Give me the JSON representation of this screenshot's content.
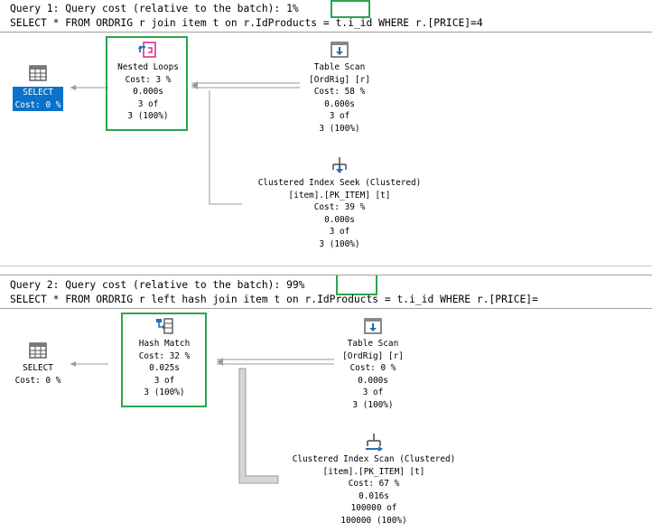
{
  "query1": {
    "cost_prefix": "Query 1: Query cost (relative to the batch):",
    "cost_value": "1%",
    "sql": "SELECT * FROM ORDRIG r join item t on r.IdProducts = t.i_id WHERE r.[PRICE]=4",
    "select": {
      "label": "SELECT",
      "cost": "Cost: 0 %"
    },
    "join": {
      "label": "Nested Loops",
      "cost": "Cost: 3 %",
      "time": "0.000s",
      "rows": "3 of",
      "est": "3 (100%)"
    },
    "scan": {
      "label": "Table Scan",
      "object": "[OrdRig] [r]",
      "cost": "Cost: 58 %",
      "time": "0.000s",
      "rows": "3 of",
      "est": "3 (100%)"
    },
    "seek": {
      "label": "Clustered Index Seek (Clustered)",
      "object": "[item].[PK_ITEM] [t]",
      "cost": "Cost: 39 %",
      "time": "0.000s",
      "rows": "3 of",
      "est": "3 (100%)"
    }
  },
  "query2": {
    "cost_prefix": "Query 2: Query cost (relative to the batch):",
    "cost_value": "99%",
    "sql": "SELECT * FROM ORDRIG r left hash join item t on r.IdProducts = t.i_id WHERE r.[PRICE]=",
    "select": {
      "label": "SELECT",
      "cost": "Cost: 0 %"
    },
    "join": {
      "label": "Hash Match",
      "cost": "Cost: 32 %",
      "time": "0.025s",
      "rows": "3 of",
      "est": "3 (100%)"
    },
    "scan": {
      "label": "Table Scan",
      "object": "[OrdRig] [r]",
      "cost": "Cost: 0 %",
      "time": "0.000s",
      "rows": "3 of",
      "est": "3 (100%)"
    },
    "seek": {
      "label": "Clustered Index Scan (Clustered)",
      "object": "[item].[PK_ITEM] [t]",
      "cost": "Cost: 67 %",
      "time": "0.016s",
      "rows": "100000 of",
      "est": "100000 (100%)"
    }
  },
  "colors": {
    "highlight_box": "#2aa64a",
    "selection": "#0a72c8",
    "icon_blue": "#1f6fb5",
    "icon_pink": "#d6338a"
  },
  "icons": {
    "select": "select-table-icon",
    "nested_loops": "nested-loops-icon",
    "hash_match": "hash-match-icon",
    "table_scan": "table-scan-icon",
    "index_seek": "clustered-index-seek-icon",
    "index_scan": "clustered-index-scan-icon"
  }
}
